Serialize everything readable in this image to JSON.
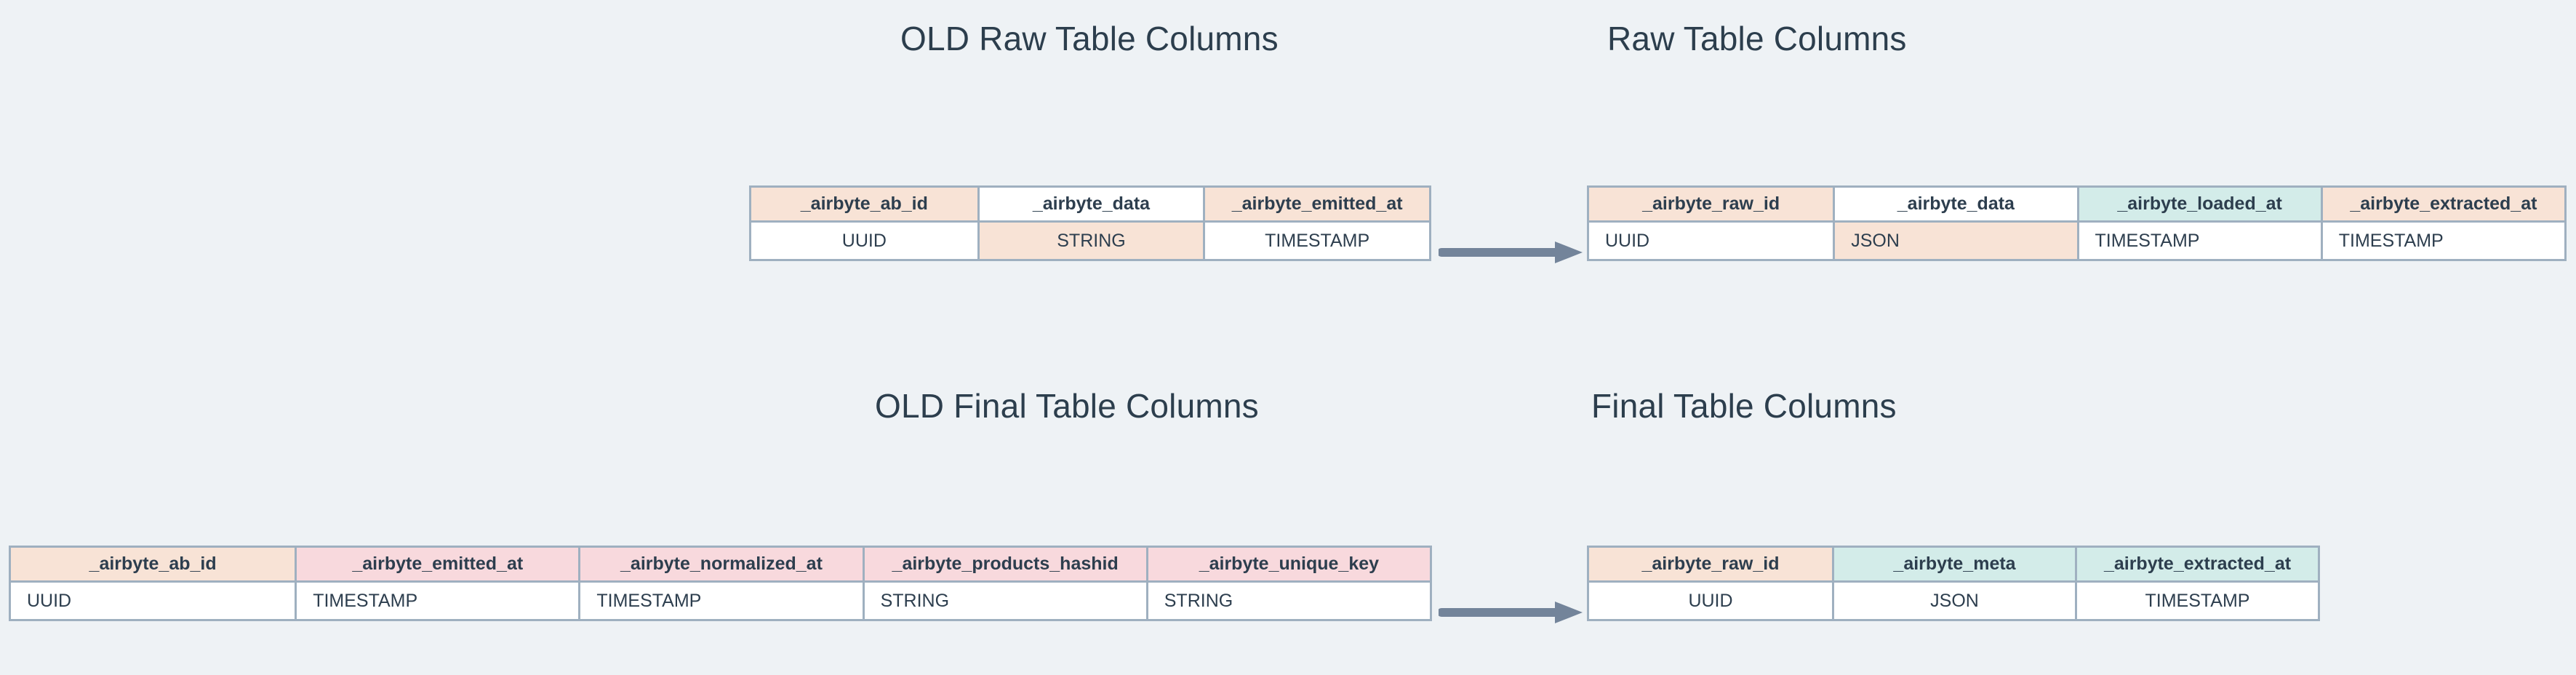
{
  "page": {
    "background_color": "#eef2f5",
    "text_color": "#2d3e4e",
    "border_color": "#9fb0c0",
    "arrow_color": "#73849a",
    "palette": {
      "peach": "#f8e3d6",
      "pink": "#f8d9dd",
      "teal": "#d3ece9",
      "white": "#ffffff"
    }
  },
  "titles": {
    "old_raw": "OLD Raw Table Columns",
    "new_raw": "Raw Table Columns",
    "old_final": "OLD Final Table Columns",
    "new_final": "Final Table Columns"
  },
  "tables": {
    "old_raw": {
      "title": "OLD Raw Table Columns",
      "columns": [
        {
          "name": "_airbyte_ab_id",
          "type": "UUID",
          "header_color": "peach",
          "type_color": "white"
        },
        {
          "name": "_airbyte_data",
          "type": "STRING",
          "header_color": "white",
          "type_color": "peach"
        },
        {
          "name": "_airbyte_emitted_at",
          "type": "TIMESTAMP",
          "header_color": "peach",
          "type_color": "white"
        }
      ]
    },
    "new_raw": {
      "title": "Raw Table Columns",
      "columns": [
        {
          "name": "_airbyte_raw_id",
          "type": "UUID",
          "header_color": "peach",
          "type_color": "white"
        },
        {
          "name": "_airbyte_data",
          "type": "JSON",
          "header_color": "white",
          "type_color": "peach"
        },
        {
          "name": "_airbyte_loaded_at",
          "type": "TIMESTAMP",
          "header_color": "teal",
          "type_color": "white"
        },
        {
          "name": "_airbyte_extracted_at",
          "type": "TIMESTAMP",
          "header_color": "peach",
          "type_color": "white"
        }
      ]
    },
    "old_final": {
      "title": "OLD Final Table Columns",
      "columns": [
        {
          "name": "_airbyte_ab_id",
          "type": "UUID",
          "header_color": "peach",
          "type_color": "white"
        },
        {
          "name": "_airbyte_emitted_at",
          "type": "TIMESTAMP",
          "header_color": "pink",
          "type_color": "white"
        },
        {
          "name": "_airbyte_normalized_at",
          "type": "TIMESTAMP",
          "header_color": "pink",
          "type_color": "white"
        },
        {
          "name": "_airbyte_products_hashid",
          "type": "STRING",
          "header_color": "pink",
          "type_color": "white"
        },
        {
          "name": "_airbyte_unique_key",
          "type": "STRING",
          "header_color": "pink",
          "type_color": "white"
        }
      ]
    },
    "new_final": {
      "title": "Final Table Columns",
      "columns": [
        {
          "name": "_airbyte_raw_id",
          "type": "UUID",
          "header_color": "peach",
          "type_color": "white"
        },
        {
          "name": "_airbyte_meta",
          "type": "JSON",
          "header_color": "teal",
          "type_color": "white"
        },
        {
          "name": "_airbyte_extracted_at",
          "type": "TIMESTAMP",
          "header_color": "teal",
          "type_color": "white"
        }
      ]
    }
  },
  "arrows": [
    {
      "name": "raw-transition-arrow",
      "direction": "right"
    },
    {
      "name": "final-transition-arrow",
      "direction": "right"
    }
  ]
}
